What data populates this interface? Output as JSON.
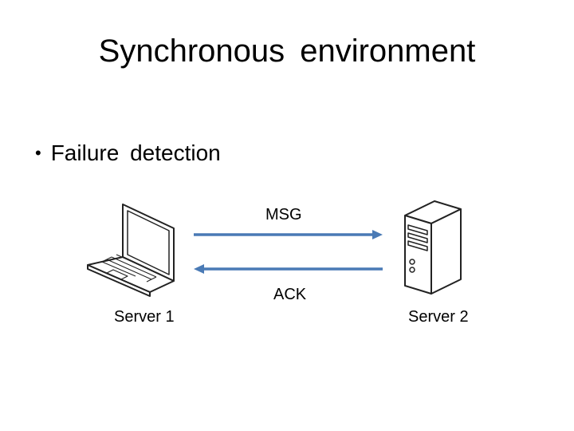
{
  "title": "Synchronous environment",
  "bullets": [
    {
      "text": "Failure detection"
    }
  ],
  "diagram": {
    "nodes": [
      {
        "id": "server1",
        "label": "Server 1",
        "icon": "laptop-icon"
      },
      {
        "id": "server2",
        "label": "Server 2",
        "icon": "server-tower-icon"
      }
    ],
    "edges": [
      {
        "from": "server1",
        "to": "server2",
        "label": "MSG"
      },
      {
        "from": "server2",
        "to": "server1",
        "label": "ACK"
      }
    ],
    "colors": {
      "arrow": "#4a7ab5",
      "icon_stroke": "#222222"
    }
  }
}
